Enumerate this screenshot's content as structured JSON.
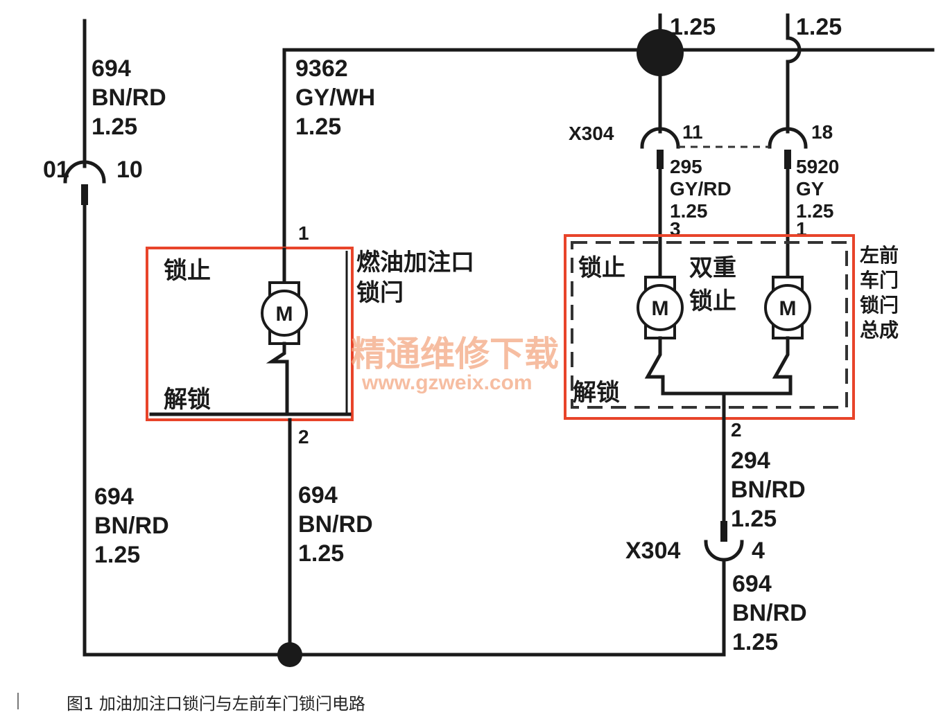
{
  "left_wire": {
    "top": [
      "694",
      "BN/RD",
      "1.25"
    ],
    "bottom": [
      "694",
      "BN/RD",
      "1.25"
    ],
    "conn_left": "01",
    "conn_right": "10"
  },
  "fuel_wire": {
    "top": [
      "9362",
      "GY/WH",
      "1.25"
    ],
    "bottom": [
      "694",
      "BN/RD",
      "1.25"
    ],
    "pin_top": "1",
    "pin_bottom": "2"
  },
  "fuel_actuator": {
    "lock": "锁止",
    "unlock": "解锁",
    "motor": "M",
    "title_line1": "燃油加注口",
    "title_line2": "锁闩"
  },
  "top_feed": {
    "left": "1.25",
    "right": "1.25"
  },
  "door_conn_top": {
    "name": "X304",
    "pin_a": "11",
    "pin_b": "18"
  },
  "door_wire_a": [
    "295",
    "GY/RD",
    "1.25"
  ],
  "door_wire_b": [
    "5920",
    "GY",
    "1.25"
  ],
  "door_pins": {
    "a": "3",
    "b": "1",
    "ground": "2"
  },
  "door_actuator": {
    "lock": "锁止",
    "double_line1": "双重",
    "double_line2": "锁止",
    "unlock": "解锁",
    "motor": "M",
    "title": [
      "左前",
      "车门",
      "锁闩",
      "总成"
    ]
  },
  "door_ground_wire": [
    "294",
    "BN/RD",
    "1.25"
  ],
  "door_conn_bottom": {
    "name": "X304",
    "pin": "4"
  },
  "door_return_wire": [
    "694",
    "BN/RD",
    "1.25"
  ],
  "watermark": {
    "cn": "精通维修下载",
    "url": "www.gzweix.com"
  },
  "caption": "图1  加油加注口锁闩与左前车门锁闩电路",
  "colors": {
    "wire": "#1a1a1a",
    "highlight": "#e8442a",
    "watermark": "#f4a882"
  }
}
